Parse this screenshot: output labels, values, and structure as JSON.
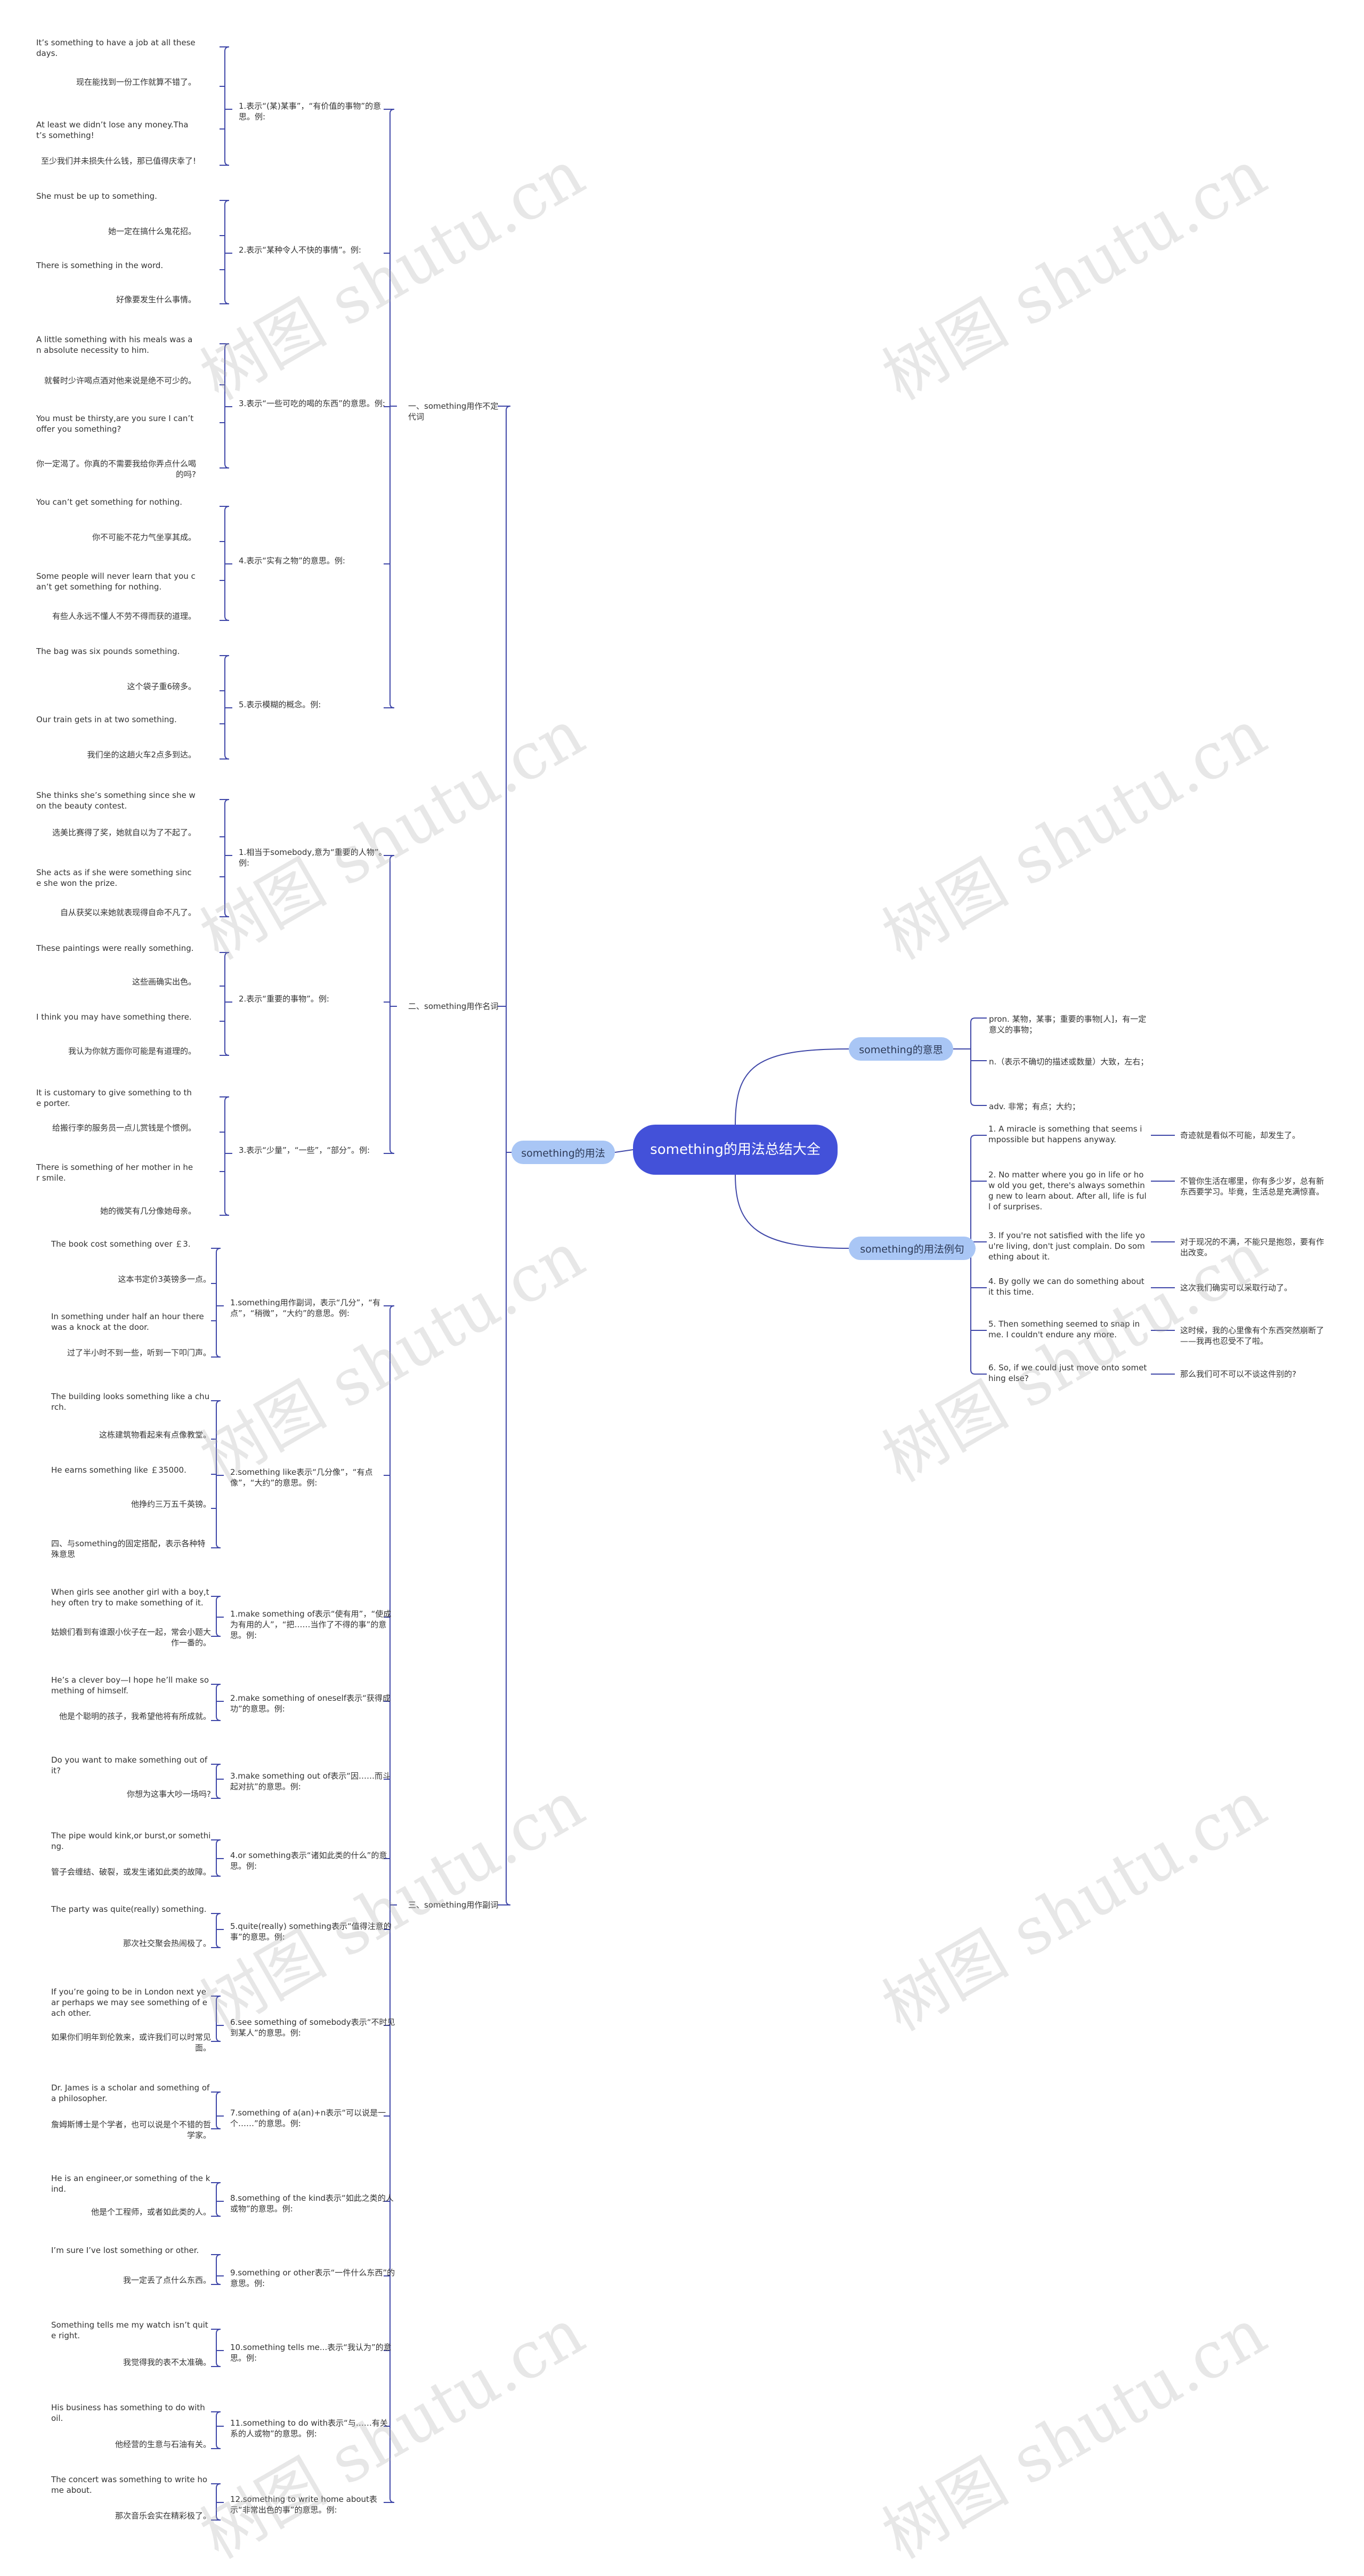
{
  "root": "something的用法总结大全",
  "watermark": "树图 shutu.cn",
  "colors": {
    "line": "#3f47a8",
    "root": "#4351d9",
    "pill": "#a9c6f5"
  },
  "meaning": {
    "title": "something的意思",
    "items": [
      "pron. 某物，某事；重要的事物[人]，有一定意义的事物；",
      "n.（表示不确切的描述或数量）大致，左右；",
      "adv. 非常；有点；大约；"
    ]
  },
  "examples": {
    "title": "something的用法例句",
    "items": [
      {
        "en": "1. A miracle is something that seems impossible but happens anyway.",
        "zh": "奇迹就是看似不可能，却发生了。"
      },
      {
        "en": "2. No matter where you go in life or how old you get, there's always something new to learn about. After all, life is full of surprises.",
        "zh": "不管你生活在哪里，你有多少岁，总有新东西要学习。毕竟，生活总是充满惊喜。"
      },
      {
        "en": "3. If you're not satisfied with the life you're living, don't just complain. Do something about it.",
        "zh": "对于现况的不满，不能只是抱怨，要有作出改变。"
      },
      {
        "en": "4. By golly we can do something about it this time.",
        "zh": "这次我们确实可以采取行动了。"
      },
      {
        "en": "5. Then something seemed to snap in me. I couldn't endure any more.",
        "zh": "这时候，我的心里像有个东西突然崩断了——我再也忍受不了啦。"
      },
      {
        "en": "6. So, if we could just move onto something else?",
        "zh": "那么我们可不可以不谈这件别的?"
      }
    ]
  },
  "usage": {
    "title": "something的用法",
    "sections": [
      {
        "title": "一、something用作不定代词",
        "groups": [
          {
            "title": "1.表示“(某)某事”，“有价值的事物”的意思。例:",
            "items": [
              "It’s something to have a job at all these days.",
              "现在能找到一份工作就算不错了。",
              "At least we didn’t lose any money.That’s something!",
              "至少我们并未损失什么钱，那已值得庆幸了!"
            ]
          },
          {
            "title": "2.表示“某种令人不快的事情”。例:",
            "items": [
              "She must be up to something.",
              "她一定在搞什么鬼花招。",
              "There is something in the word.",
              "好像要发生什么事情。"
            ]
          },
          {
            "title": "3.表示“一些可吃的喝的东西”的意思。例:",
            "items": [
              "A little something with his meals was an absolute necessity to him.",
              "就餐时少许喝点酒对他来说是绝不可少的。",
              "You must be thirsty,are you sure I can’t offer you something?",
              "你一定渴了。你真的不需要我给你弄点什么喝的吗?"
            ]
          },
          {
            "title": "4.表示“实有之物”的意思。例:",
            "items": [
              "You can’t get something for nothing.",
              "你不可能不花力气坐享其成。",
              "Some people will never learn that you can’t get something for nothing.",
              "有些人永远不懂人不劳不得而获的道理。"
            ]
          },
          {
            "title": "5.表示模糊的概念。例:",
            "items": [
              "The bag was six pounds something.",
              "这个袋子重6磅多。",
              "Our train gets in at two something.",
              "我们坐的这趟火车2点多到达。"
            ]
          }
        ]
      },
      {
        "title": "二、something用作名词",
        "groups": [
          {
            "title": "1.相当于somebody,意为“重要的人物”。例:",
            "items": [
              "She thinks she’s something since she won the beauty contest.",
              "选美比赛得了奖，她就自以为了不起了。",
              "She acts as if she were something since she won the prize.",
              "自从获奖以来她就表现得自命不凡了。"
            ]
          },
          {
            "title": "2.表示“重要的事物”。例:",
            "items": [
              "These paintings were really something.",
              "这些画确实出色。",
              "I think you may have something there.",
              "我认为你就方面你可能是有道理的。"
            ]
          },
          {
            "title": "3.表示“少量”，“一些”，“部分”。例:",
            "items": [
              "It is customary to give something to the porter.",
              "给搬行李的服务员一点儿赏钱是个惯例。",
              "There is something of her mother in her smile.",
              "她的微笑有几分像她母亲。"
            ]
          }
        ]
      },
      {
        "title": "三、something用作副词",
        "groups": [
          {
            "title": "1.something用作副词，表示“几分”，“有点”，“稍微”，“大约”的意思。例:",
            "items": [
              "The book cost something over ￡3.",
              "这本书定价3英镑多一点。",
              "In something under half an hour there was a knock at the door.",
              "过了半小时不到一些，听到一下叩门声。"
            ]
          },
          {
            "title": "2.something like表示“几分像”，“有点像”，“大约”的意思。例:",
            "items": [
              "The building looks something like a church.",
              "这栋建筑物看起来有点像教堂。",
              "He earns something like ￡35000.",
              "他挣约三万五千英镑。",
              "四、与something的固定搭配，表示各种特殊意思"
            ]
          },
          {
            "title": "1.make something of表示“使有用”，“使成为有用的人”，“把……当作了不得的事”的意思。例:",
            "items": [
              "When girls see another girl with a boy,they often try to make something of it.",
              "姑娘们看到有谁跟小伙子在一起，常会小题大作一番的。"
            ]
          },
          {
            "title": "2.make something of oneself表示“获得成功”的意思。例:",
            "items": [
              "He’s a clever boy—I hope he’ll make something of himself.",
              "他是个聪明的孩子，我希望他将有所成就。"
            ]
          },
          {
            "title": "3.make something out of表示“因……而斗起对抗”的意思。例:",
            "items": [
              "Do you want to make something out of it?",
              "你想为这事大吵一场吗?"
            ]
          },
          {
            "title": "4.or something表示“诸如此类的什么”的意思。例:",
            "items": [
              "The pipe would kink,or burst,or something.",
              "管子会缠结、破裂，或发生诸如此类的故障。"
            ]
          },
          {
            "title": "5.quite(really) something表示“值得注意的事”的意思。例:",
            "items": [
              "The party was quite(really) something.",
              "那次社交聚会热闹极了。"
            ]
          },
          {
            "title": "6.see something of somebody表示“不时见到某人”的意思。例:",
            "items": [
              "If you’re going to be in London next year perhaps we may see something of each other.",
              "如果你们明年到伦敦来，或许我们可以时常见面。"
            ]
          },
          {
            "title": "7.something of a(an)+n表示“可以说是一个……”的意思。例:",
            "items": [
              "Dr. James is a scholar and something of a philosopher.",
              "詹姆斯博士是个学者，也可以说是个不错的哲学家。"
            ]
          },
          {
            "title": "8.something of the kind表示“如此之类的人或物”的意思。例:",
            "items": [
              "He is an engineer,or something of the kind.",
              "他是个工程师，或者如此类的人。"
            ]
          },
          {
            "title": "9.something or other表示“一件什么东西”的意思。例:",
            "items": [
              "I’m sure I’ve lost something or other.",
              "我一定丢了点什么东西。"
            ]
          },
          {
            "title": "10.something tells me...表示“我认为”的意思。例:",
            "items": [
              "Something tells me my watch isn’t quite right.",
              "我觉得我的表不太准确。"
            ]
          },
          {
            "title": "11.something to do with表示“与……有关系的人或物”的意思。例:",
            "items": [
              "His business has something to do with oil.",
              "他经营的生意与石油有关。"
            ]
          },
          {
            "title": "12.something to write home about表示“非常出色的事”的意思。例:",
            "items": [
              "The concert was something to write home about.",
              "那次音乐会实在精彩极了。"
            ]
          }
        ]
      }
    ]
  }
}
